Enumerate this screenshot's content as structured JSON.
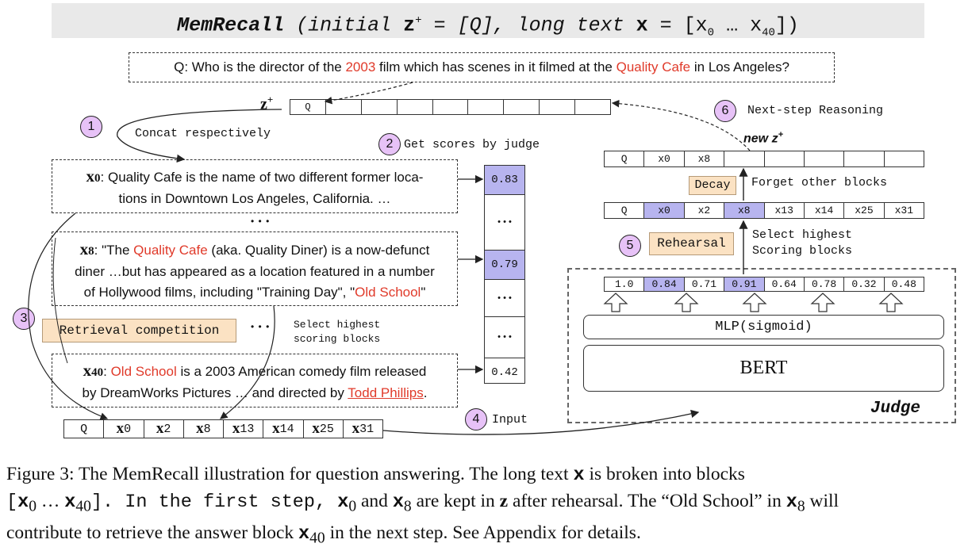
{
  "header": {
    "algo_name": "MemRecall",
    "params_prefix": " (initial ",
    "z_symbol": "z",
    "z_sup": "+",
    "params_mid": " = [Q], long text ",
    "x_symbol": "x",
    "params_suffix": " = [x",
    "x0": "0",
    "ellipsis": " … x",
    "x40": "40",
    "close": "])"
  },
  "question": {
    "prefix": "Q: Who is the director of the ",
    "year": "2003",
    "mid": " film which has scenes in it filmed at the ",
    "place": "Quality Cafe",
    "suffix": " in Los Angeles?"
  },
  "zplus_row": {
    "label": "z",
    "label_sup": "+",
    "cells": [
      "Q",
      "",
      "",
      "",
      "",
      "",
      "",
      "",
      ""
    ]
  },
  "steps": {
    "s1_num": "1",
    "s1_label": "Concat respectively",
    "s2_num": "2",
    "s2_label": "Get scores by judge",
    "s3_num": "3",
    "s3_label": "Retrieval competition",
    "s3_note_line1": "Select highest",
    "s3_note_line2": "scoring blocks",
    "s4_num": "4",
    "s4_label": "Input",
    "s5_num": "5",
    "s5_label": "Rehearsal",
    "s5_note_line1": "Select highest",
    "s5_note_line2": "Scoring blocks",
    "s6_num": "6",
    "s6_label": "Next-step Reasoning"
  },
  "blocks": {
    "x0": {
      "label": "x",
      "sub": "0",
      "line1": ": Quality Cafe is the name of two different former loca-",
      "line2": "tions in Downtown Los Angeles, California. …"
    },
    "dots_between": "• • •",
    "x8": {
      "label": "x",
      "sub": "8",
      "l1_pre": ": \"The ",
      "l1_red": "Quality Cafe",
      "l1_post": " (aka. Quality Diner) is a now-defunct",
      "line2": "diner …but has appeared as a location featured in a number",
      "l3_pre": "of Hollywood films, including \"Training Day\", \"",
      "l3_red": "Old School",
      "l3_post": "\""
    },
    "mid_dots": "• • •",
    "x40": {
      "label": "x",
      "sub": "40",
      "l1_pre": ": ",
      "l1_red": "Old School",
      "l1_post": " is a 2003 American comedy film released",
      "l2_pre": "by DreamWorks Pictures … and directed by ",
      "l2_red": "Todd Phillips",
      "l2_post": "."
    }
  },
  "score_column": {
    "top": "0.83",
    "dots1": "• • •",
    "mid": "0.79",
    "dots2": "• • •",
    "dots3": "• • •",
    "bottom": "0.42"
  },
  "input_row": {
    "cells": [
      "Q",
      "x0",
      "x2",
      "x8",
      "x13",
      "x14",
      "x25",
      "x31"
    ]
  },
  "new_z": {
    "label": "new z",
    "label_sup": "+",
    "cells": [
      "Q",
      "x0",
      "x8",
      "",
      "",
      "",
      "",
      ""
    ]
  },
  "decay": {
    "label": "Decay",
    "note": "Forget other blocks"
  },
  "rehearsal_row": {
    "cells": [
      "Q",
      "x0",
      "x2",
      "x8",
      "x13",
      "x14",
      "x25",
      "x31"
    ],
    "highlight": [
      1,
      3
    ]
  },
  "judge": {
    "scores": [
      "1.0",
      "0.84",
      "0.71",
      "0.91",
      "0.64",
      "0.78",
      "0.32",
      "0.48"
    ],
    "highlight": [
      1,
      3
    ],
    "mlp_label": "MLP(sigmoid)",
    "bert_label": "BERT",
    "title": "Judge"
  },
  "caption": {
    "line1_a": "Figure 3: The MemRecall illustration for question answering. The long text ",
    "line1_x": "x",
    "line1_b": " is broken into blocks",
    "line2_a": "[",
    "line2_b": "0",
    "line2_c": " … ",
    "line2_d": "40",
    "line2_e": "]. In the first step, ",
    "line2_f": "0",
    "line2_g": " and ",
    "line2_h": "8",
    "line2_i": " are kept in ",
    "line2_z": "z",
    "line2_j": " after rehearsal. The “Old School” in ",
    "line2_k": "8",
    "line2_l": " will",
    "line3_a": "contribute to retrieve the answer block ",
    "line3_b": "40",
    "line3_c": " in the next step. See Appendix for details."
  }
}
